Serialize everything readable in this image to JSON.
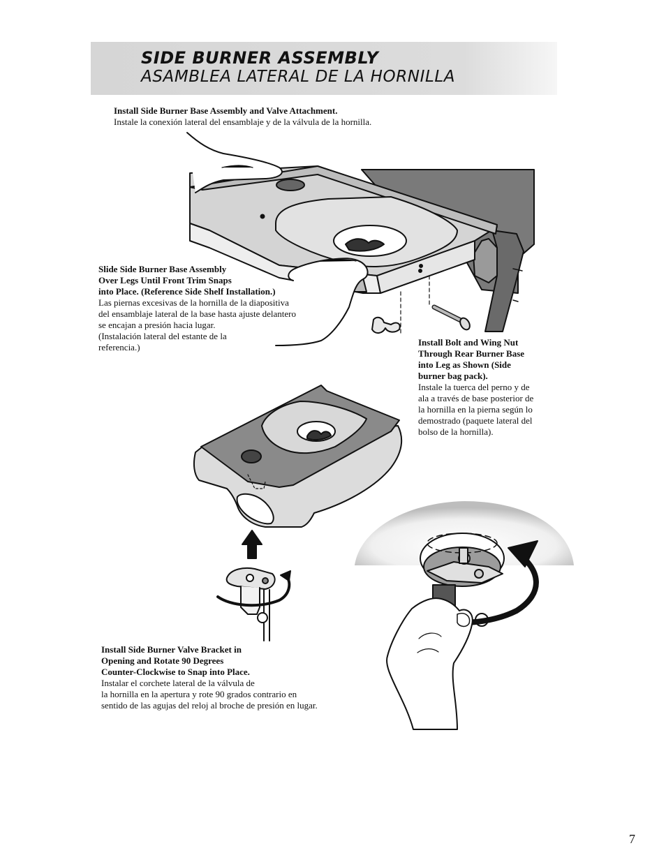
{
  "header": {
    "title": "SIDE BURNER ASSEMBLY",
    "subtitle": "ASAMBLEA LATERAL DE LA HORNILLA"
  },
  "steps": [
    {
      "heading": "Install Side Burner Base Assembly and Valve Attachment.",
      "lines": [
        "Instale la conexión lateral del ensamblaje y de la válvula de la hornilla."
      ]
    },
    {
      "heading_lines": [
        "Slide Side Burner Base Assembly",
        "Over Legs Until Front Trim Snaps",
        "into Place. (Reference Side Shelf Installation.)"
      ],
      "lines": [
        "Las piernas excesivas de la hornilla de la diapositiva",
        "del ensamblaje lateral de la base hasta ajuste delantero",
        "se encajan a presión hacia lugar.",
        "(Instalación lateral del estante de la",
        "referencia.)"
      ]
    },
    {
      "heading_lines": [
        "Install Bolt and Wing Nut",
        "Through Rear Burner Base",
        "into Leg as Shown (Side",
        "burner bag pack)."
      ],
      "lines": [
        "Instale la tuerca del perno y de",
        "ala a través de base posterior de",
        "la hornilla en la pierna según lo",
        "demostrado (paquete lateral del",
        "bolso de la hornilla)."
      ]
    },
    {
      "heading_lines": [
        "Install Side Burner Valve Bracket in",
        "Opening and Rotate 90 Degrees",
        "Counter-Clockwise to Snap into Place."
      ],
      "lines": [
        "Instalar el corchete lateral de la válvula de",
        "la hornilla en la apertura y rote 90 grados contrario en",
        "sentido de las agujas del reloj al broche de presión en lugar."
      ]
    }
  ],
  "page_number": "7"
}
